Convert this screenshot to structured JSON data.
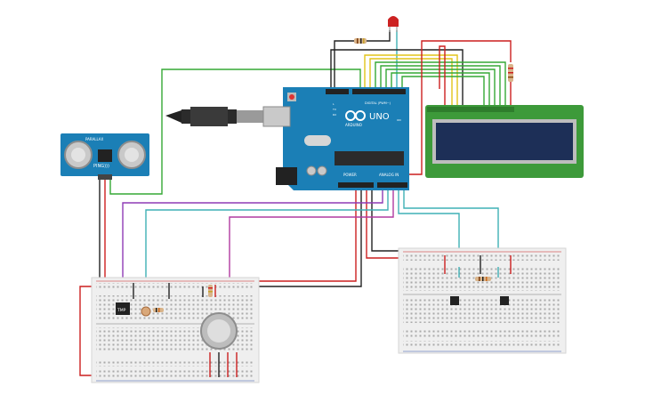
{
  "arduino": {
    "brand": "ARDUINO",
    "model": "UNO",
    "digital_label": "DIGITAL (PWM~)",
    "power_label": "POWER",
    "analog_label": "ANALOG IN",
    "tx_label": "TX",
    "rx_label": "RX",
    "on_label": "ON",
    "l_label": "L"
  },
  "ultrasonic": {
    "name": "PING)))",
    "brand": "PARALLAX"
  },
  "tmp_sensor": {
    "label": "TMP"
  },
  "colors": {
    "board_blue": "#1b7fb6",
    "breadboard": "#efefef",
    "lcd_green": "#3d9a3a",
    "lcd_screen": "#1d2f57",
    "wire_red": "#cc1f1f",
    "wire_black": "#222222",
    "wire_green": "#35a935",
    "wire_yellow": "#e2c419",
    "wire_purple": "#8e3bb5",
    "wire_teal": "#3fb0b5",
    "wire_magenta": "#b03aa0"
  }
}
